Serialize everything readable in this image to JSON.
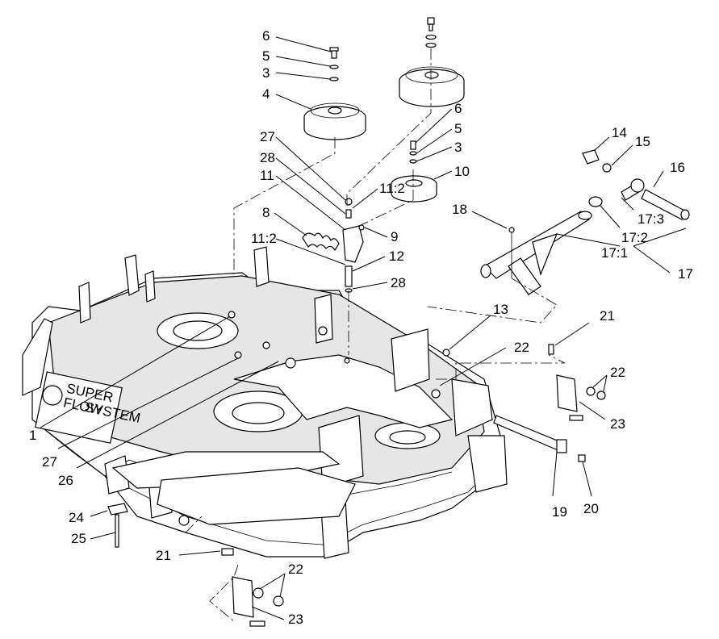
{
  "diagram": {
    "callouts": [
      {
        "id": "c6a",
        "text": "6"
      },
      {
        "id": "c5a",
        "text": "5"
      },
      {
        "id": "c3a",
        "text": "3"
      },
      {
        "id": "c4",
        "text": "4"
      },
      {
        "id": "c6b",
        "text": "6"
      },
      {
        "id": "c5b",
        "text": "5"
      },
      {
        "id": "c3b",
        "text": "3"
      },
      {
        "id": "c10",
        "text": "10"
      },
      {
        "id": "c27a",
        "text": "27"
      },
      {
        "id": "c28a",
        "text": "28"
      },
      {
        "id": "c11",
        "text": "11"
      },
      {
        "id": "c11_2a",
        "text": "11:2"
      },
      {
        "id": "c8",
        "text": "8"
      },
      {
        "id": "c9",
        "text": "9"
      },
      {
        "id": "c11_2b",
        "text": "11:2"
      },
      {
        "id": "c12",
        "text": "12"
      },
      {
        "id": "c28b",
        "text": "28"
      },
      {
        "id": "c14",
        "text": "14"
      },
      {
        "id": "c15",
        "text": "15"
      },
      {
        "id": "c16",
        "text": "16"
      },
      {
        "id": "c18",
        "text": "18"
      },
      {
        "id": "c17_3",
        "text": "17:3"
      },
      {
        "id": "c17_2",
        "text": "17:2"
      },
      {
        "id": "c17_1",
        "text": "17:1"
      },
      {
        "id": "c17",
        "text": "17"
      },
      {
        "id": "c13",
        "text": "13"
      },
      {
        "id": "c21a",
        "text": "21"
      },
      {
        "id": "c22a",
        "text": "22"
      },
      {
        "id": "c22b",
        "text": "22"
      },
      {
        "id": "c23a",
        "text": "23"
      },
      {
        "id": "c1",
        "text": "1"
      },
      {
        "id": "c27b",
        "text": "27"
      },
      {
        "id": "c26",
        "text": "26"
      },
      {
        "id": "c19",
        "text": "19"
      },
      {
        "id": "c20",
        "text": "20"
      },
      {
        "id": "c24",
        "text": "24"
      },
      {
        "id": "c25",
        "text": "25"
      },
      {
        "id": "c21b",
        "text": "21"
      },
      {
        "id": "c22c",
        "text": "22"
      },
      {
        "id": "c23b",
        "text": "23"
      }
    ],
    "deck_decal": {
      "line1": "SUPER",
      "line2": "FLOW",
      "line3": "SYSTEM"
    }
  }
}
